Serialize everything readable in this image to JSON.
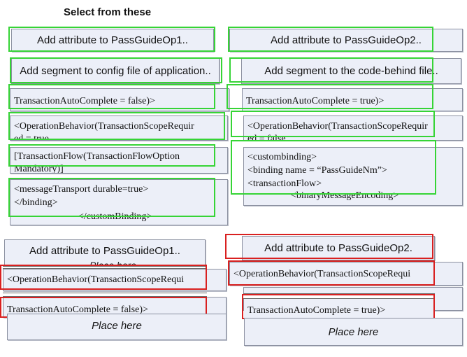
{
  "header": {
    "title": "Select  from these"
  },
  "source_tiles": {
    "add_attr_op1": "Add attribute to PassGuideOp1..",
    "add_attr_op2": "Add attribute to PassGuideOp2..",
    "add_segment_config": "Add segment to config file of application..",
    "add_segment_codebehind": "Add segment to the code-behind file..",
    "autocomplete_false": "TransactionAutoComplete = false)>",
    "autocomplete_true": "TransactionAutoComplete = true)>",
    "opbehavior_1_line1": "<OperationBehavior(TransactionScopeRequir",
    "opbehavior_1_line2": "ed = true,",
    "opbehavior_2_line1": "<OperationBehavior(TransactionScopeRequir",
    "opbehavior_2_line2": "ed = false,",
    "transactionflow_line1": "[TransactionFlow(TransactionFlowOption",
    "transactionflow_line2": "Mandatory)]",
    "customBinding_line1": "<custombinding>",
    "customBinding_line2": "<binding name = “PassGuideNm”>",
    "customBinding_line3": "<transactionFlow>",
    "customBinding_line4": "<binaryMessageEncoding>",
    "messageTransport_line1": "<messageTransport durable=true>",
    "messageTransport_line2": "</binding>",
    "messageTransport_line3": "</customBinding>"
  },
  "targets": {
    "left_col": {
      "slot1": "Add attribute to PassGuideOp1..",
      "slot1_under": "Place here",
      "slot2": "<OperationBehavior(TransactionScopeRequi",
      "slot3": "TransactionAutoComplete = false)>",
      "slot4": "Place here"
    },
    "right_col": {
      "slot1": "Add attribute to PassGuideOp2.",
      "slot2": "<OperationBehavior(TransactionScopeRequi",
      "slot3": "TransactionAutoComplete = true)>",
      "slot4": "Place here"
    }
  },
  "colors": {
    "highlight_green": "#36d436",
    "highlight_red": "#d92020",
    "tile_bg": "#eceff8"
  }
}
